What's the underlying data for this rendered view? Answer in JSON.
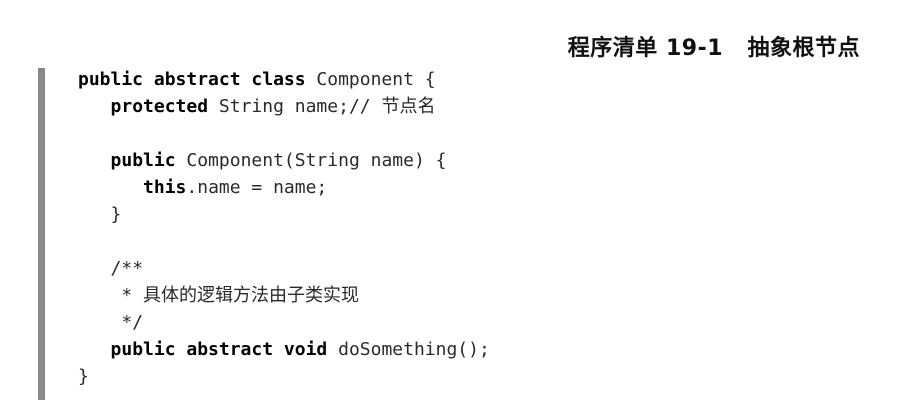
{
  "listing": {
    "title": "程序清单 19-1   抽象根节点"
  },
  "code": {
    "l1": {
      "kw1": "public abstract class",
      "rest": " Component {"
    },
    "l2": {
      "kw1": "protected",
      "rest": " String name;// ",
      "comment": "节点名"
    },
    "l4": {
      "kw1": "public",
      "rest": " Component(String name) {"
    },
    "l5": {
      "kw1": "this",
      "rest": ".name = name;"
    },
    "l6": {
      "rest": "}"
    },
    "l8": {
      "rest": "/**"
    },
    "l9": {
      "rest": " * ",
      "comment": "具体的逻辑方法由子类实现"
    },
    "l10": {
      "rest": " */"
    },
    "l11": {
      "kw1": "public abstract void",
      "rest": " doSomething();"
    },
    "l12": {
      "rest": "}"
    }
  }
}
